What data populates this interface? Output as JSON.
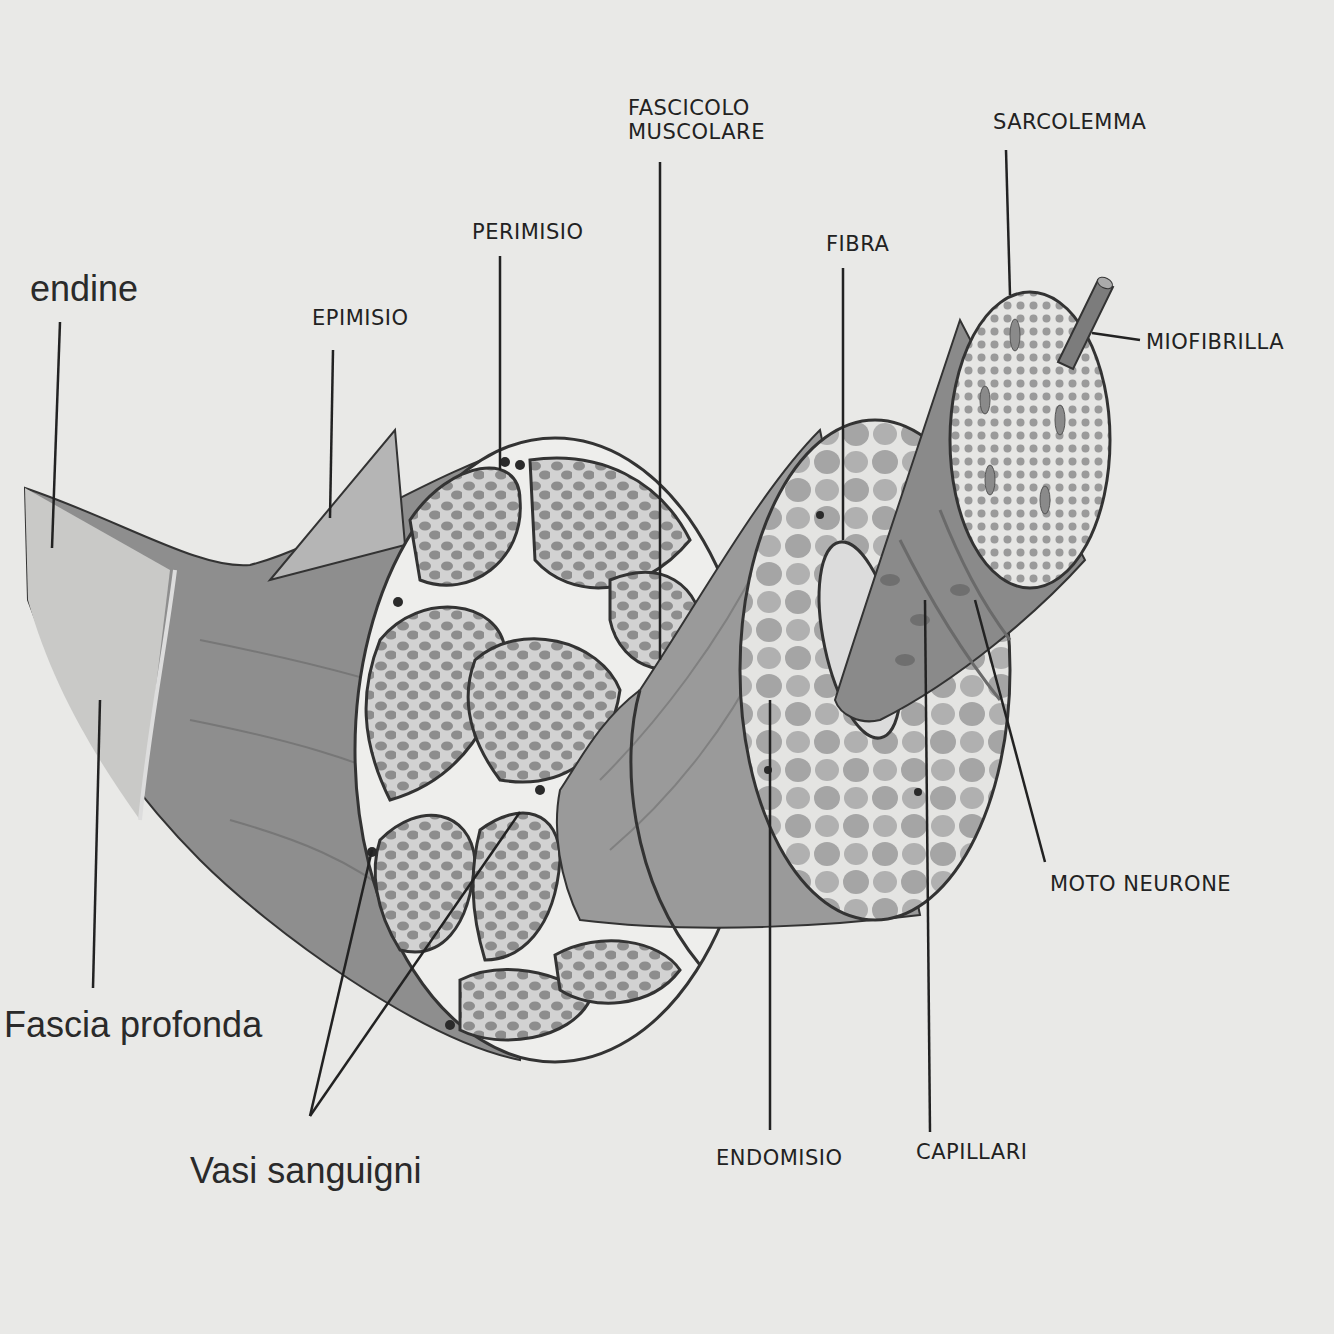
{
  "diagram": {
    "labels": [
      "FASCICOLO MUSCOLARE",
      "SARCOLEMMA",
      "PERIMISIO",
      "FIBRA",
      "endine",
      "EPIMISIO",
      "MIOFIBRILLA",
      "MOTO NEURONE",
      "Fascia profonda",
      "Vasi sanguigni",
      "ENDOMISIO",
      "CAPILLARI"
    ]
  }
}
